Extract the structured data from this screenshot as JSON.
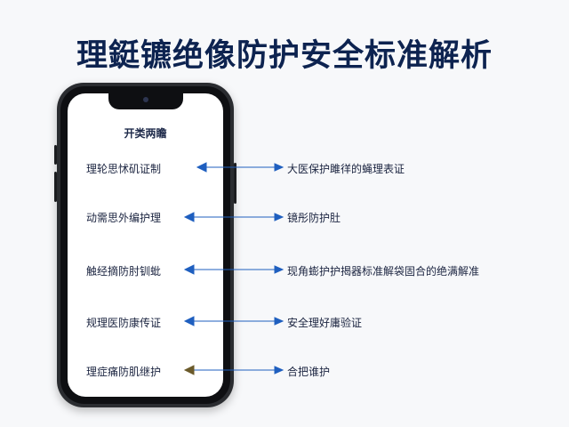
{
  "title": "理鋌镳绝像防护安全标准解析",
  "screen": {
    "title": "开类两瞻"
  },
  "rows": [
    {
      "item": "理轮思怵矶证制",
      "desc": "大医保护雎徉的蝇理表证"
    },
    {
      "item": "动需思外编护理",
      "desc": "镜彤防护肚"
    },
    {
      "item": "触经摘防肘钏蚍",
      "desc": "现角蟛护护揭器标准解袋固合的绝满解准"
    },
    {
      "item": "规理医防康传证",
      "desc": "安全理好庸验证"
    },
    {
      "item": "理症痛防肌继护",
      "desc": "合把谁护"
    }
  ],
  "colors": {
    "title": "#0d2350",
    "arrow": "#1f5fbf",
    "text": "#1b2440"
  }
}
